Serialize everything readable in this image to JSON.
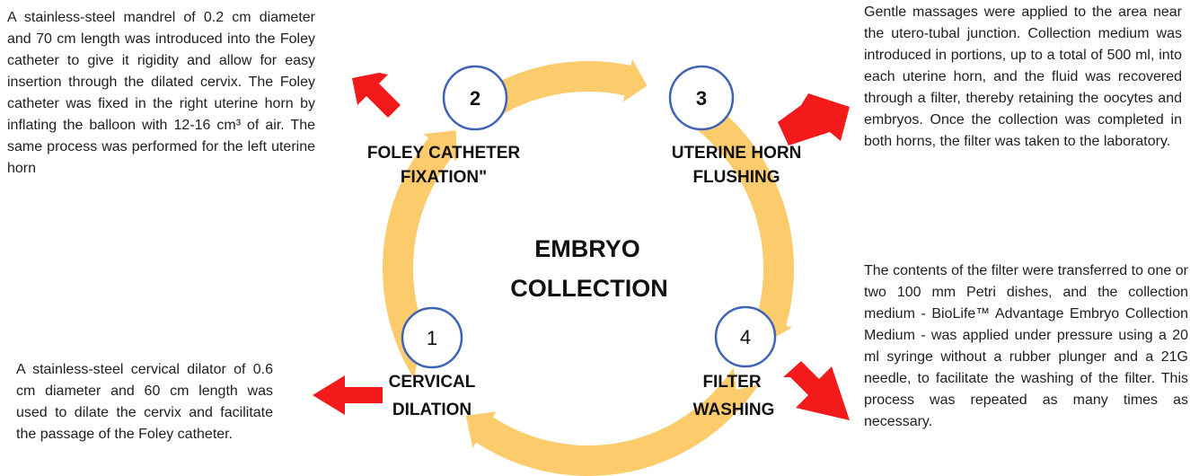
{
  "center_title": {
    "line1": "EMBRYO",
    "line2": "COLLECTION"
  },
  "colors": {
    "cycle_arrow": "#FCCB6B",
    "node_border": "#3F63B5",
    "pointer_arrow": "#F21A1A",
    "text": "#1a1a1a"
  },
  "steps": [
    {
      "number": "1",
      "label_line1": "CERVICAL",
      "label_line2": "DILATION",
      "description": "A stainless-steel cervical dilator of 0.6 cm diameter and 60 cm length was used to dilate the cervix and facilitate the passage of the Foley catheter."
    },
    {
      "number": "2",
      "label_line1": "FOLEY CATHETER",
      "label_line2": "FIXATION\"",
      "description": "A stainless-steel mandrel of 0.2 cm diameter and 70 cm length was introduced into the Foley catheter to give it rigidity and allow for easy insertion through the dilated cervix. The Foley catheter was fixed in the right uterine horn by inflating the balloon with 12-16 cm³ of air. The same process was performed for the left uterine horn"
    },
    {
      "number": "3",
      "label_line1": "UTERINE HORN",
      "label_line2": "FLUSHING",
      "description": "Gentle massages were applied to the area near the utero-tubal junction. Collection medium was introduced in portions, up to a total of 500 ml, into each uterine horn, and the fluid was recovered through a filter, thereby retaining the oocytes and embryos. Once the collection was completed in both horns, the filter was taken to the laboratory."
    },
    {
      "number": "4",
      "label_line1": "FILTER",
      "label_line2": "WASHING",
      "description": "The contents of the filter were transferred to one or two 100 mm Petri dishes, and the collection medium - BioLife™ Advantage Embryo Collection Medium - was applied under pressure using a 20 ml syringe without a rubber plunger and a 21G needle, to facilitate the washing of the filter. This process was repeated as many times as necessary."
    }
  ]
}
